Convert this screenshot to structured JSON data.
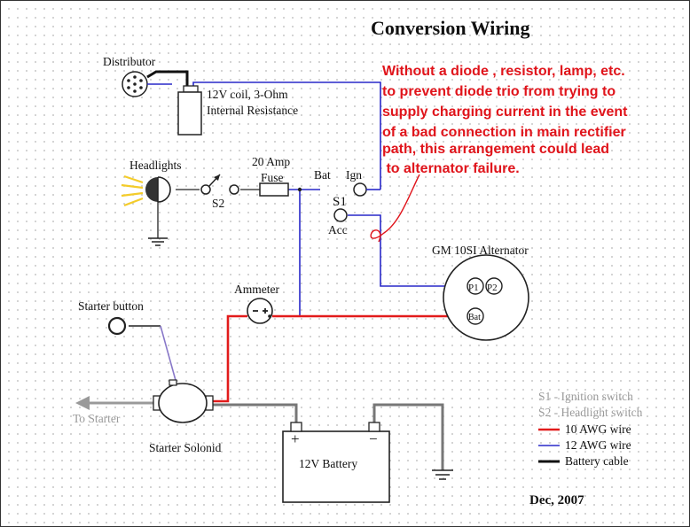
{
  "title": "Conversion Wiring",
  "note_lines": [
    "Without a diode , resistor, lamp, etc.",
    "to prevent diode trio from trying to",
    "supply charging current in the event",
    "of a bad connection in main rectifier",
    "path, this arrangement could lead",
    " to alternator failure."
  ],
  "labels": {
    "distributor": "Distributor",
    "coil_line1": "12V coil, 3-Ohm",
    "coil_line2": "Internal Resistance",
    "headlights": "Headlights",
    "fuse_line1": "20 Amp",
    "fuse_line2": "Fuse",
    "s2": "S2",
    "bat": "Bat",
    "ign": "Ign",
    "s1": "S1",
    "acc": "Acc",
    "alternator": "GM 10SI Alternator",
    "p1": "P1",
    "p2": "P2",
    "alt_bat": "Bat",
    "ammeter": "Ammeter",
    "starter_button": "Starter button",
    "to_starter": "To Starter",
    "starter_solenoid": "Starter Solonid",
    "battery": "12V Battery",
    "plus": "+",
    "minus": "−",
    "date": "Dec, 2007"
  },
  "legend": [
    {
      "text": "S1 - Ignition switch",
      "color": "#9a9a9a"
    },
    {
      "text": "S2 - Headlight switch",
      "color": "#9a9a9a"
    },
    {
      "text": "10 AWG wire",
      "swatch": "#e21b1b"
    },
    {
      "text": "12 AWG wire",
      "swatch": "#2828c8"
    },
    {
      "text": "Battery cable",
      "swatch": "#111111"
    }
  ],
  "colors": {
    "wire_10awg": "#e21b1b",
    "wire_12awg": "#2828c8",
    "battery_cable": "#111111",
    "note": "#e0141b"
  }
}
